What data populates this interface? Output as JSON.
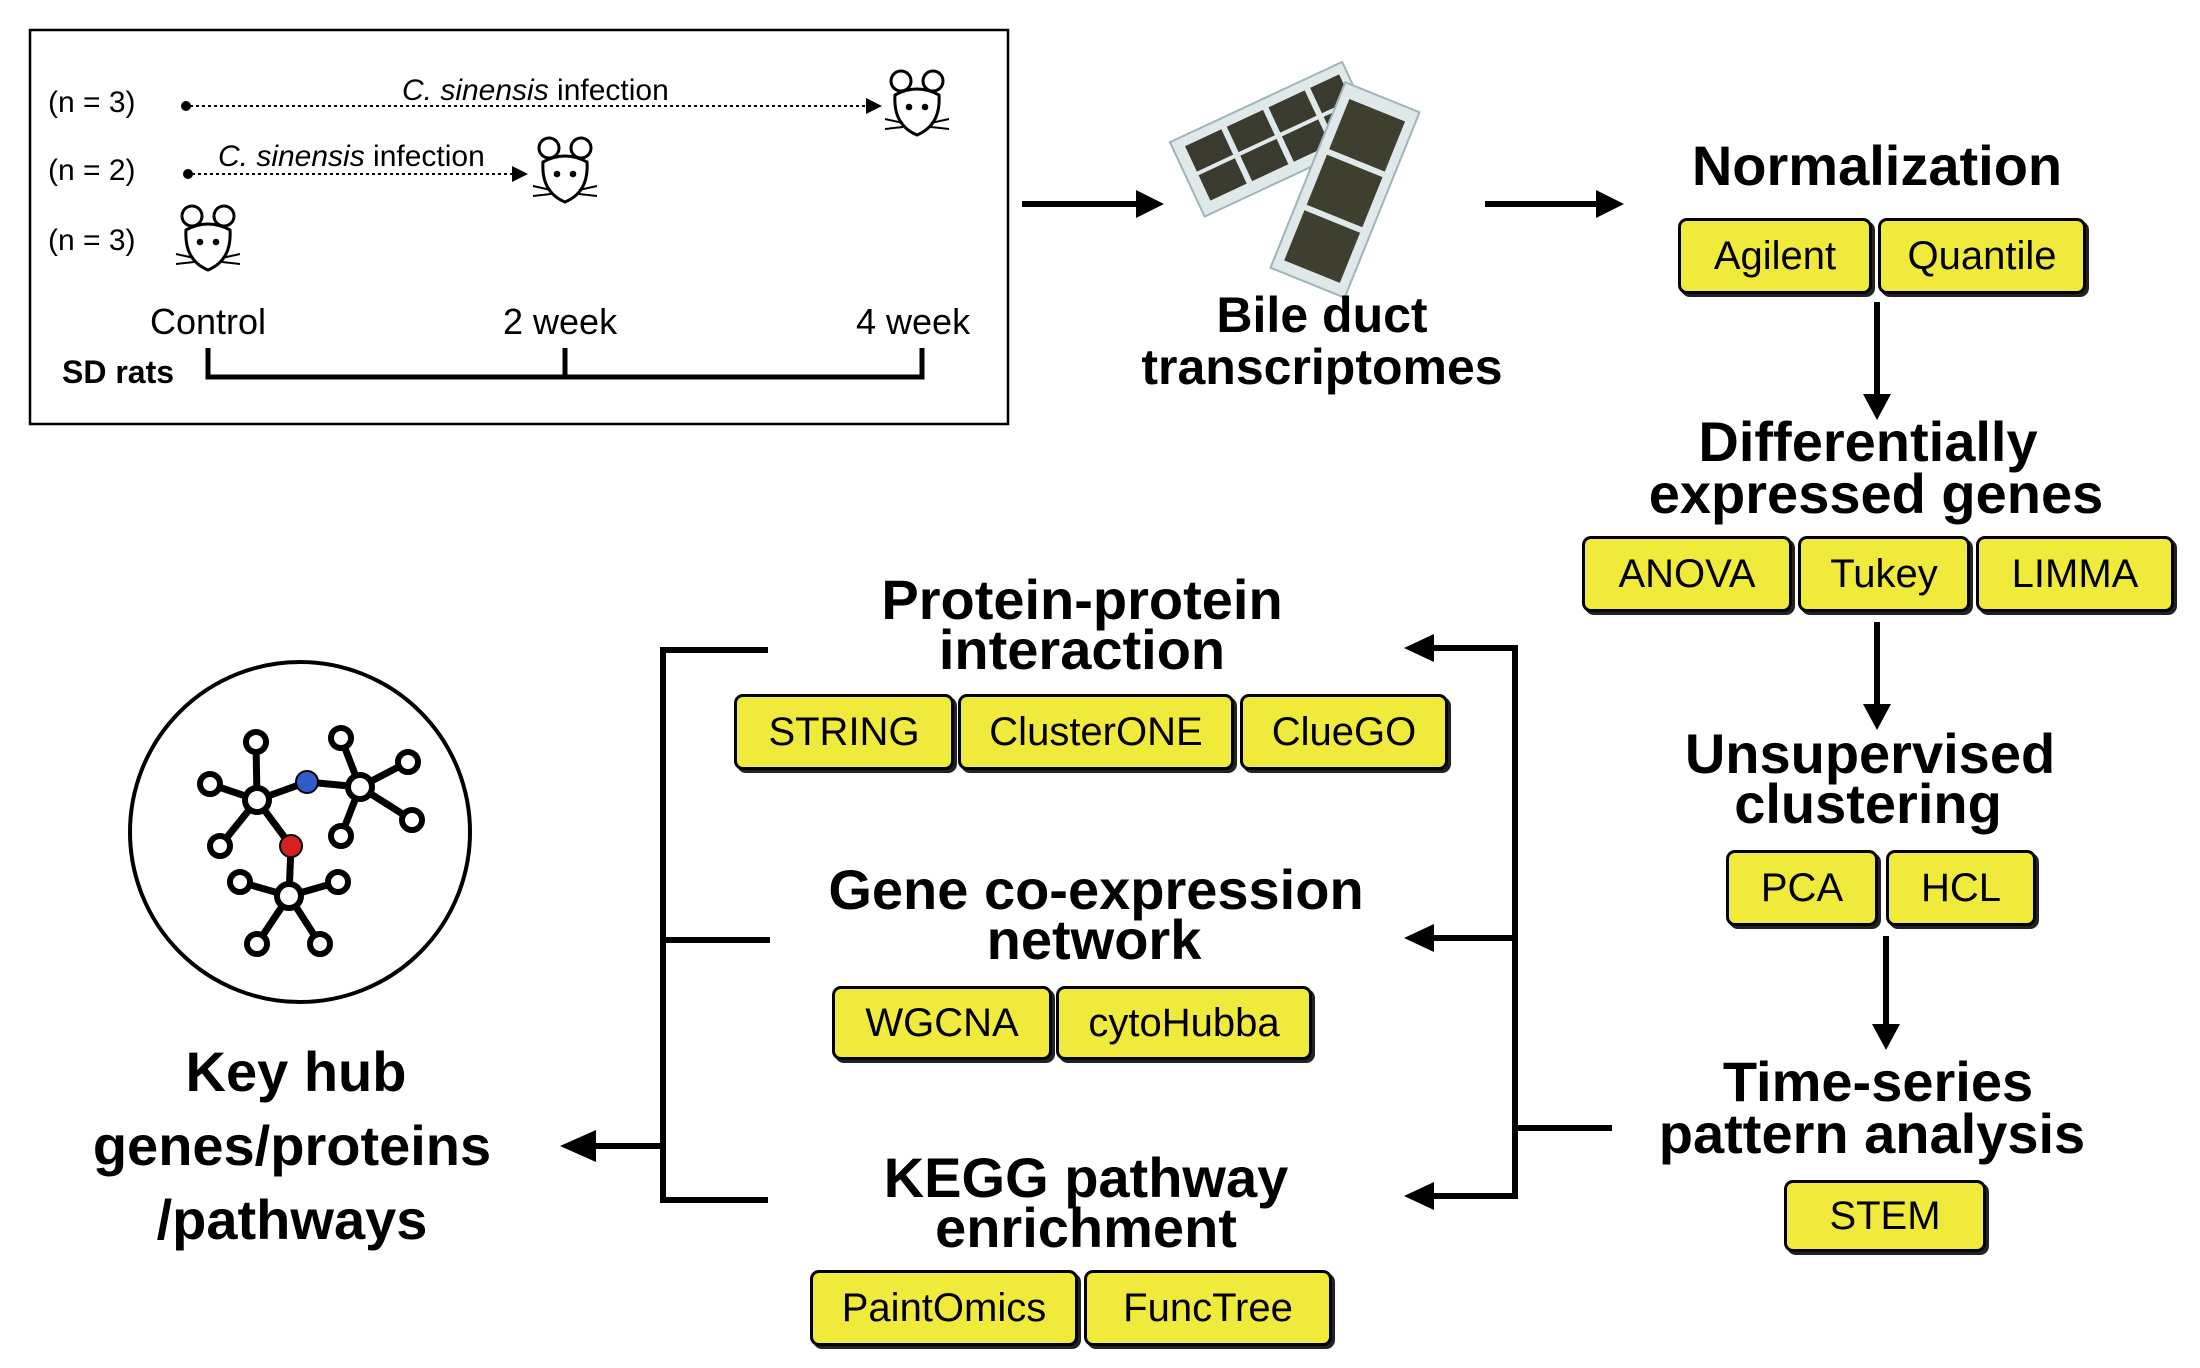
{
  "experiment": {
    "groups": [
      {
        "n": "(n = 3)",
        "label_italic": "C. sinensis",
        "label_rest": " infection"
      },
      {
        "n": "(n = 2)",
        "label_italic": "C. sinensis",
        "label_rest": " infection"
      },
      {
        "n": "(n = 3)"
      }
    ],
    "timeline": {
      "species": "SD rats",
      "ticks": [
        "Control",
        "2 week",
        "4 week"
      ]
    }
  },
  "transcriptomes": {
    "label_line1": "Bile duct",
    "label_line2": "transcriptomes"
  },
  "normalization": {
    "title": "Normalization",
    "tools": [
      "Agilent",
      "Quantile"
    ]
  },
  "deg": {
    "title_line1": "Differentially",
    "title_line2": "expressed genes",
    "tools": [
      "ANOVA",
      "Tukey",
      "LIMMA"
    ]
  },
  "clustering": {
    "title_line1": "Unsupervised",
    "title_line2": "clustering",
    "tools": [
      "PCA",
      "HCL"
    ]
  },
  "timeseries": {
    "title_line1": "Time-series",
    "title_line2": "pattern analysis",
    "tools": [
      "STEM"
    ]
  },
  "ppi": {
    "title_line1": "Protein-protein",
    "title_line2": "interaction",
    "tools": [
      "STRING",
      "ClusterONE",
      "ClueGO"
    ]
  },
  "coexpression": {
    "title_line1": "Gene co-expression",
    "title_line2": "network",
    "tools": [
      "WGCNA",
      "cytoHubba"
    ]
  },
  "kegg": {
    "title_line1": "KEGG pathway",
    "title_line2": "enrichment",
    "tools": [
      "PaintOmics",
      "FuncTree"
    ]
  },
  "output": {
    "line1": "Key hub",
    "line2": "genes/proteins",
    "line3": "/pathways"
  },
  "colors": {
    "tool_box": "#f0ea3c",
    "hub_red": "#d42020",
    "hub_blue": "#2f5cc8"
  }
}
